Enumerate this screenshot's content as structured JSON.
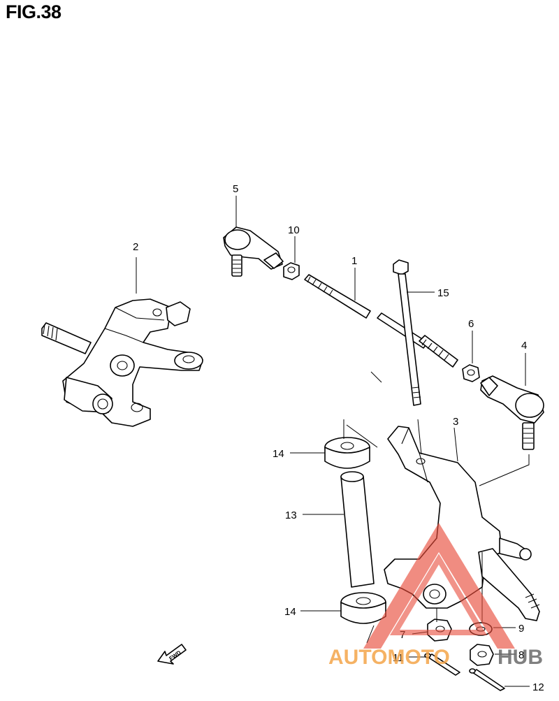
{
  "figure": {
    "title": "FIG.38"
  },
  "callouts": [
    "1",
    "2",
    "3",
    "4",
    "5",
    "6",
    "7",
    "8",
    "9",
    "10",
    "11",
    "12",
    "13",
    "14",
    "14",
    "15"
  ],
  "fwd_label": "FWD",
  "watermark": {
    "part1": "AUTOMOTO",
    "part2": "HUB"
  },
  "colors": {
    "line": "#000000",
    "watermark_red": "#e84b3a",
    "watermark_orange": "#f4a54a",
    "watermark_grey": "#6b6b6b"
  }
}
